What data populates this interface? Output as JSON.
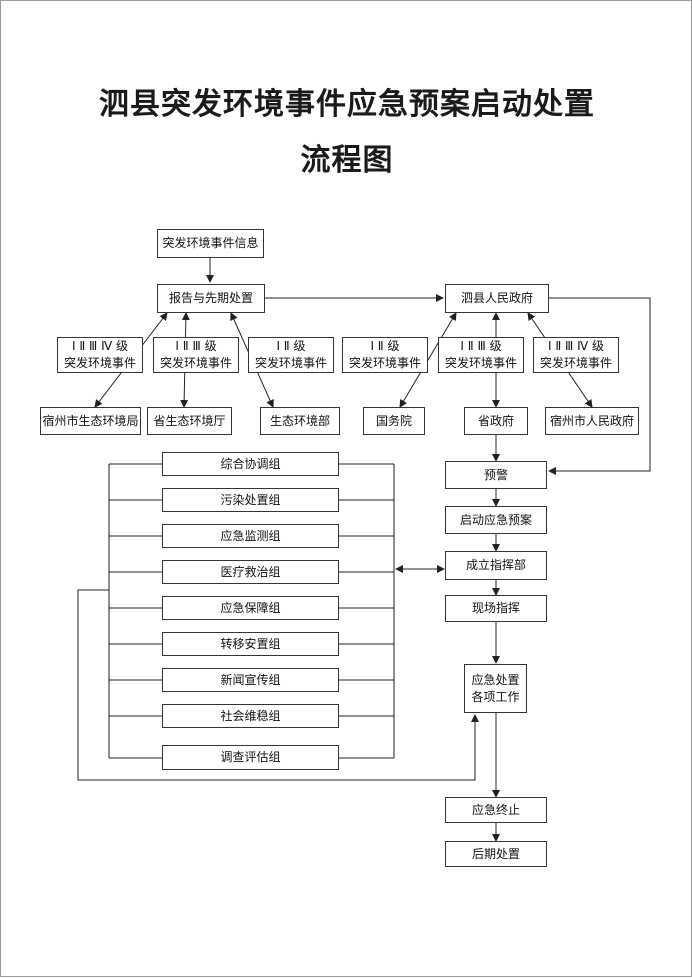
{
  "title_line1": "泗县突发环境事件应急预案启动处置",
  "title_line2": "流程图",
  "nodes": {
    "event_info": "突发环境事件信息",
    "report": "报告与先期处置",
    "county_gov": "泗县人民政府",
    "warning": "预警",
    "start_plan": "启动应急预案",
    "command": "成立指挥部",
    "field": "现场指挥",
    "work_line1": "应急处置",
    "work_line2": "各项工作",
    "end": "应急终止",
    "after": "后期处置"
  },
  "levels": [
    {
      "line1": "Ⅰ Ⅱ Ⅲ Ⅳ 级",
      "line2": "突发环境事件"
    },
    {
      "line1": "Ⅰ Ⅱ Ⅲ 级",
      "line2": "突发环境事件"
    },
    {
      "line1": "Ⅰ Ⅱ 级",
      "line2": "突发环境事件"
    },
    {
      "line1": "Ⅰ Ⅱ 级",
      "line2": "突发环境事件"
    },
    {
      "line1": "Ⅰ Ⅱ Ⅲ 级",
      "line2": "突发环境事件"
    },
    {
      "line1": "Ⅰ Ⅱ Ⅲ Ⅳ 级",
      "line2": "突发环境事件"
    }
  ],
  "agencies": [
    "宿州市生态环境局",
    "省生态环境厅",
    "生态环境部",
    "国务院",
    "省政府",
    "宿州市人民政府"
  ],
  "groups": [
    "综合协调组",
    "污染处置组",
    "应急监测组",
    "医疗救治组",
    "应急保障组",
    "转移安置组",
    "新闻宣传组",
    "社会维稳组",
    "调查评估组"
  ]
}
